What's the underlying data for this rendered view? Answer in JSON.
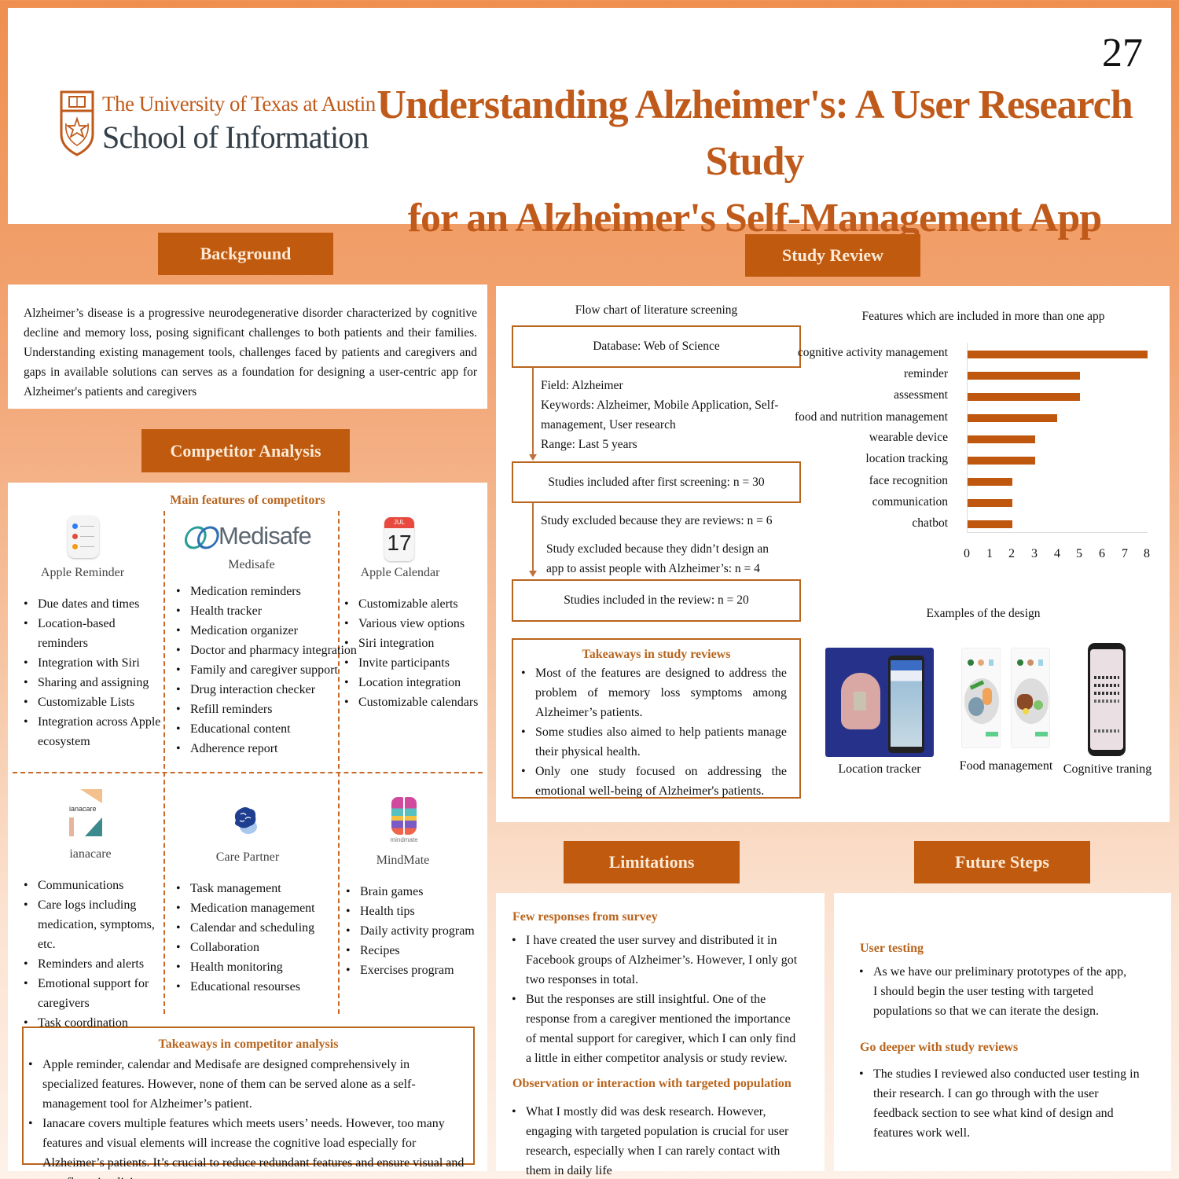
{
  "header": {
    "university": "The University of Texas at Austin",
    "school": "School of Information",
    "title_line1": "Understanding Alzheimer's: A User Research Study",
    "title_line2": "for an Alzheimer's Self-Management App",
    "page_number": "27"
  },
  "colors": {
    "accent": "#bf5a0e",
    "accent_text": "#b8651e",
    "bar": "#c0570e",
    "background_top": "#ef8f4f"
  },
  "background": {
    "title": "Background",
    "text": "Alzheimer’s disease is a progressive neurodegenerative disorder characterized by cognitive decline and memory loss, posing significant challenges to both patients and their families. Understanding existing management tools, challenges faced by patients and caregivers and gaps in available solutions can serves as a foundation for designing a user-centric app for Alzheimer's patients and caregivers"
  },
  "competitor": {
    "title": "Competitor Analysis",
    "subtitle": "Main features of competitors",
    "apps": [
      {
        "name": "Apple Reminder",
        "icon": "reminders-icon",
        "features": [
          "Due dates and times",
          "Location-based reminders",
          "Integration with Siri",
          "Sharing and assigning",
          "Customizable Lists",
          "Integration across Apple ecosystem"
        ]
      },
      {
        "name": "Medisafe",
        "logo_text": "Medisafe",
        "icon": "medisafe-logo",
        "features": [
          "Medication reminders",
          "Health tracker",
          "Medication organizer",
          "Doctor and pharmacy integration",
          "Family and caregiver support",
          "Drug interaction checker",
          "Refill reminders",
          "Educational content",
          "Adherence report"
        ]
      },
      {
        "name": "Apple Calendar",
        "icon": "calendar-icon",
        "icon_month": "JUL",
        "icon_day": "17",
        "features": [
          "Customizable alerts",
          "Various view options",
          "Siri integration",
          "Invite participants",
          "Location integration",
          "Customizable calendars"
        ]
      },
      {
        "name": "ianacare",
        "logo_text": "ianacare",
        "icon": "ianacare-logo",
        "features": [
          "Communications",
          "Care logs including medication, symptoms, etc.",
          "Reminders and alerts",
          "Emotional support for caregivers",
          "Task coordination"
        ]
      },
      {
        "name": "Care Partner",
        "icon": "brain-logo",
        "features": [
          "Task management",
          "Medication management",
          "Calendar and scheduling",
          "Collaboration",
          "Health monitoring",
          "Educational resourses"
        ]
      },
      {
        "name": "MindMate",
        "logo_text": "mindmate",
        "icon": "mindmate-logo",
        "features": [
          "Brain games",
          "Health tips",
          "Daily activity program",
          "Recipes",
          "Exercises program"
        ]
      }
    ],
    "takeaways_title": "Takeaways in competitor analysis",
    "takeaways": [
      "Apple reminder, calendar and Medisafe are designed comprehensively in specialized features. However, none of them can be served alone as a self-management tool for Alzheimer’s patient.",
      "Ianacare covers multiple features which meets users’ needs. However, too many features and visual elements will increase the cognitive load especially for Alzheimer’s patients. It’s crucial to reduce redundant features and ensure visual and user flow simplicity."
    ]
  },
  "study_review": {
    "title": "Study Review",
    "flow": {
      "title": "Flow chart of literature screening",
      "box1": "Database: Web of Science",
      "criteria": [
        "Field: Alzheimer",
        "Keywords: Alzheimer, Mobile Application, Self-management, User research",
        "Range: Last 5 years"
      ],
      "box2": "Studies included after first screening: n = 30",
      "exclusion1": "Study excluded because they are reviews: n = 6",
      "exclusion2": "Study excluded because they didn’t design an app to assist people with Alzheimer’s: n = 4",
      "box3": "Studies included in the review: n = 20"
    },
    "takeaways_title": "Takeaways in study reviews",
    "takeaways": [
      "Most of the features are designed to address the problem of memory loss symptoms among Alzheimer’s patients.",
      "Some studies also aimed to help patients manage their physical health.",
      "Only one study focused on addressing the emotional well-being of Alzheimer's patients."
    ],
    "examples_title": "Examples of the design",
    "examples": [
      {
        "caption": "Location tracker"
      },
      {
        "caption": "Food management"
      },
      {
        "caption": "Cognitive traning"
      }
    ]
  },
  "chart_data": {
    "type": "bar",
    "orientation": "horizontal",
    "title": "Features which are included in more than one app",
    "categories": [
      "cognitive activity management",
      "reminder",
      "assessment",
      "food and nutrition management",
      "wearable device",
      "location tracking",
      "face recognition",
      "communication",
      "chatbot"
    ],
    "values": [
      8,
      5,
      5,
      4,
      3,
      3,
      2,
      2,
      2
    ],
    "xlabel": "",
    "ylabel": "",
    "xlim": [
      0,
      8
    ],
    "ticks": [
      "0",
      "1",
      "2",
      "3",
      "4",
      "5",
      "6",
      "7",
      "8"
    ],
    "grid": false,
    "legend": "none"
  },
  "limitations": {
    "title": "Limitations",
    "sections": [
      {
        "heading": "Few responses from survey",
        "bullets": [
          "I have created the user survey and distributed it in Facebook groups of Alzheimer’s. However, I only got two responses in total.",
          "But the responses are still insightful. One of  the response from a caregiver mentioned the importance of mental support for caregiver, which I can only find a little in either competitor analysis or study review."
        ]
      },
      {
        "heading": "Observation or interaction with targeted population",
        "bullets": [
          "What I mostly did was desk research. However, engaging with targeted population is crucial for user research, especially when I can rarely contact with them in daily life"
        ]
      }
    ]
  },
  "future_steps": {
    "title": "Future Steps",
    "sections": [
      {
        "heading": "User testing",
        "bullets": [
          "As we have our preliminary prototypes of the app, I should begin the user testing with targeted populations so that we can iterate the design."
        ]
      },
      {
        "heading": "Go deeper with study reviews",
        "bullets": [
          "The studies I reviewed also conducted user testing in their research. I can go through with the user feedback section to see what kind of design and features work well."
        ]
      }
    ]
  }
}
